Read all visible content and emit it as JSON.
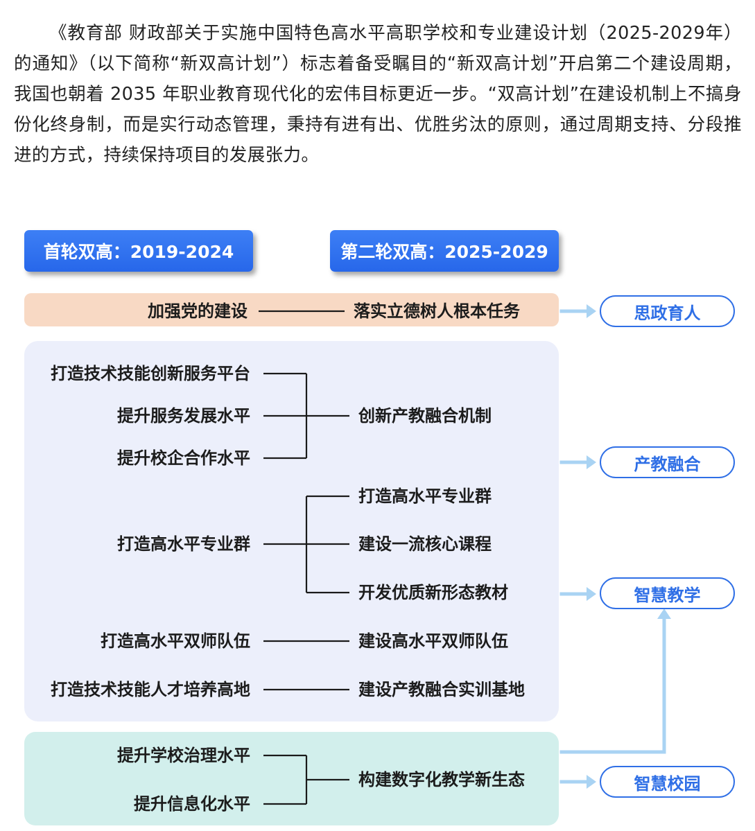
{
  "article": {
    "paragraph": "《教育部 财政部关于实施中国特色高水平高职学校和专业建设计划（2025-2029年）的通知》（以下简称“新双高计划”）标志着备受瞩目的“新双高计划”开启第二个建设周期，我国也朝着 2035 年职业教育现代化的宏伟目标更近一步。“双高计划”在建设机制上不搞身份化终身制，而是实行动态管理，秉持有进有出、优胜劣汰的原则，通过周期支持、分段推进的方式，持续保持项目的发展张力。"
  },
  "diagram": {
    "headers": {
      "first_round": "首轮双高：2019-2024",
      "second_round": "第二轮双高：2025-2029"
    },
    "party_row": {
      "left": "加强党的建设",
      "right": "落实立德树人根本任务"
    },
    "industry_group": {
      "left_items": [
        "打造技术技能创新服务平台",
        "提升服务发展水平",
        "提升校企合作水平"
      ],
      "right_item": "创新产教融合机制"
    },
    "specialty_group": {
      "left_item": "打造高水平专业群",
      "right_items": [
        "打造高水平专业群",
        "建设一流核心课程",
        "开发优质新形态教材"
      ]
    },
    "teacher_row": {
      "left": "打造高水平双师队伍",
      "right": "建设高水平双师队伍"
    },
    "talent_row": {
      "left": "打造技术技能人才培养高地",
      "right": "建设产教融合实训基地"
    },
    "digital_group": {
      "left_items": [
        "提升学校治理水平",
        "提升信息化水平"
      ],
      "right_item": "构建数字化教学新生态"
    },
    "outcomes": [
      "思政育人",
      "产教融合",
      "智慧教学",
      "智慧校园"
    ]
  },
  "colors": {
    "header_blue": "#2f6fe6",
    "party_band": "#f8d9c4",
    "main_band": "#eceffb",
    "digital_band": "#d2efec",
    "arrow": "#a9d3f3"
  }
}
